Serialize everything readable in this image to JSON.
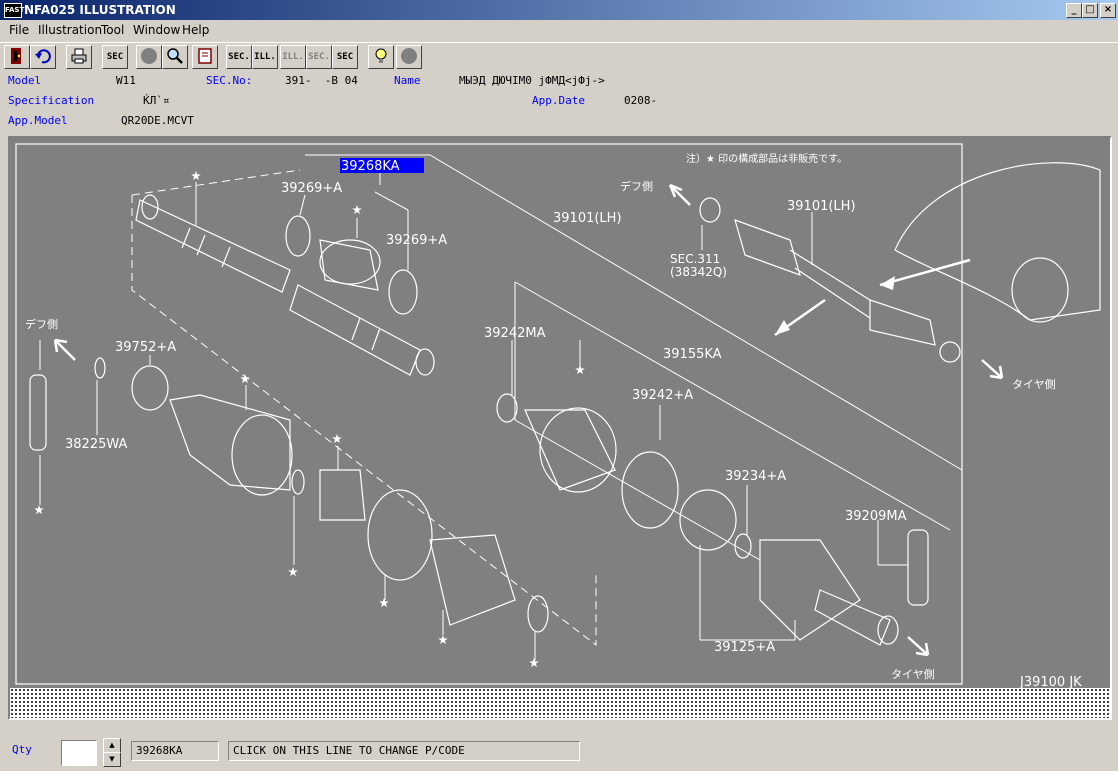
{
  "window": {
    "title": "NFA025  ILLUSTRATION",
    "app_icon_text": "FAST",
    "min": "_",
    "max": "□",
    "close": "×"
  },
  "menu": [
    "File",
    "Illustration",
    "Tool",
    "Window",
    "Help"
  ],
  "toolbar": {
    "sec": "SEC",
    "sec_prev": "SEC.",
    "ill_first": "ILL.",
    "ill_next": "ILL.",
    "sec_next": "SEC.",
    "sec_query": "SEC"
  },
  "info": {
    "model_label": "Model",
    "model_value": "W11",
    "secno_label": "SEC.No:",
    "secno_value": "391-  -B 04",
    "name_label": "Name",
    "name_value": "МЫЭД ДЮЧIМ0 jФМД<jФj->",
    "spec_label": "Specification",
    "spec_value": "ЌЛ`¤",
    "appdate_label": "App.Date",
    "appdate_value": "0208-",
    "appmodel_label": "App.Model",
    "appmodel_value": "QR20DE.MCVT"
  },
  "illustration": {
    "note": "注）★ 印の構成部品は非販売です。",
    "selected_code": "39268KA",
    "labels": {
      "p39269_a1": "39269+A",
      "p39269_a2": "39269+A",
      "p39101_lh1": "39101(LH)",
      "p39101_lh2": "39101(LH)",
      "diff_side1": "デフ側",
      "diff_side2": "デフ側",
      "sec311": "SEC.311",
      "p38342q": "(38342Q)",
      "p39242ma": "39242MA",
      "p39155ka": "39155KA",
      "p39752a": "39752+A",
      "p38225wa": "38225WA",
      "p39242a": "39242+A",
      "p39234a": "39234+A",
      "p39209ma": "39209MA",
      "p39125a": "39125+A",
      "tire_side1": "タイヤ側",
      "tire_side2": "タイヤ側",
      "ref_code": "J39100 JK"
    }
  },
  "bottom": {
    "qty_label": "Qty",
    "qty_value": "",
    "part_code": "39268KA",
    "message": "CLICK ON THIS LINE TO CHANGE P/CODE"
  }
}
